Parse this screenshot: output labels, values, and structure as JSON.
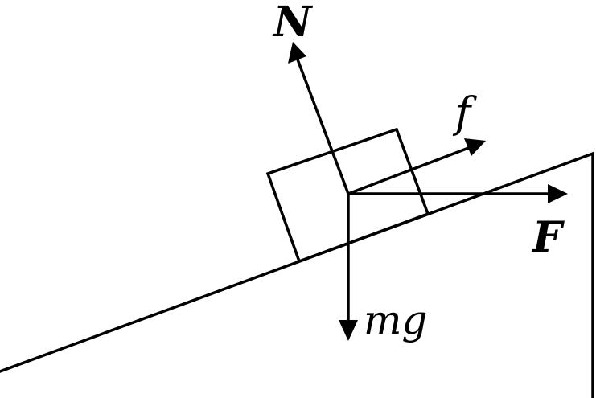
{
  "labels": {
    "normal": "N",
    "friction": "f",
    "applied": "F",
    "gravity": "mg"
  },
  "colors": {
    "ink": "#000000",
    "background": "#ffffff"
  }
}
